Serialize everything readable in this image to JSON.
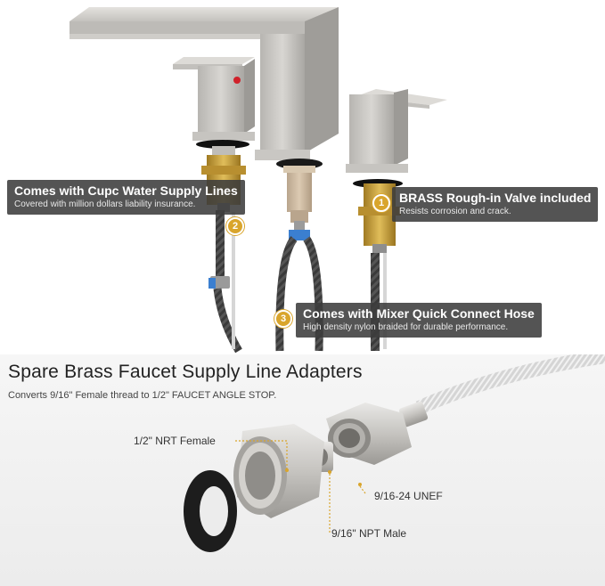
{
  "callouts": {
    "supply_lines": {
      "title": "Comes with Cupc Water Supply Lines",
      "subtitle": "Covered with million dollars liability insurance.",
      "badge": "2"
    },
    "brass_valve": {
      "title": "BRASS Rough-in Valve included",
      "subtitle": "Resists corrosion and crack.",
      "badge": "1"
    },
    "mixer_hose": {
      "title": "Comes with Mixer Quick Connect Hose",
      "subtitle": "High density nylon braided for durable performance.",
      "badge": "3"
    }
  },
  "adapter_section": {
    "title": "Spare Brass Faucet Supply Line Adapters",
    "subtitle": "Converts 9/16\" Female thread to 1/2\" FAUCET ANGLE STOP.",
    "labels": {
      "nrt_female": "1/2\" NRT Female",
      "unef": "9/16-24 UNEF",
      "npt_male": "9/16\" NPT Male"
    }
  },
  "colors": {
    "callout_bg": "#3c3c3c",
    "badge": "#d9a52c",
    "brushed_nickel": "#c8c6c2",
    "brass": "#c9a244",
    "hose_blue": "#3b7fd0"
  }
}
